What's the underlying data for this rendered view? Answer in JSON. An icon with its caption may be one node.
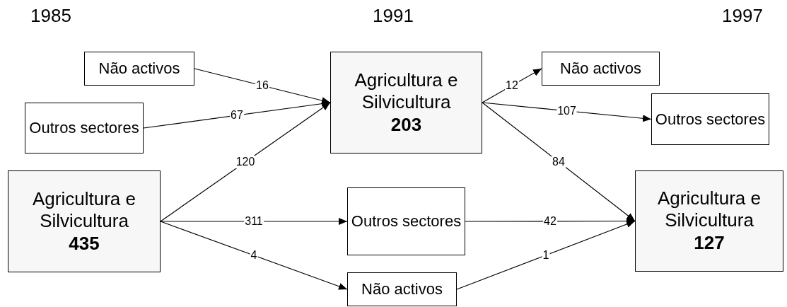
{
  "diagram": {
    "nodes": [
      {
        "text": [
          "Não activos"
        ]
      },
      {
        "text": [
          "Outros sectores"
        ]
      },
      {
        "text": [
          "Agricultura e Silvicultura",
          "435"
        ]
      },
      {
        "text": [
          "Agricultura e Silvicultura",
          "203"
        ]
      },
      {
        "text": [
          "Não activos"
        ]
      },
      {
        "text": [
          "Outros sectores"
        ]
      },
      {
        "text": [
          "Outros sectores"
        ]
      },
      {
        "text": [
          "Não activos"
        ]
      },
      {
        "text": [
          "Agricultura e Silvicultura",
          "127"
        ]
      }
    ],
    "edges": [
      {
        "from": 0,
        "to": 3,
        "arrow": "to",
        "label": "16"
      },
      {
        "from": 1,
        "to": 3,
        "arrow": "to",
        "label": "67"
      },
      {
        "from": 2,
        "to": 3,
        "arrow": "to",
        "label": "120"
      },
      {
        "from": 2,
        "to": 6,
        "arrow": "to",
        "label": "311"
      },
      {
        "from": 2,
        "to": 7,
        "arrow": "to",
        "label": "4"
      },
      {
        "from": 3,
        "to": 4,
        "arrow": "to",
        "label": "12"
      },
      {
        "from": 3,
        "to": 5,
        "arrow": "to",
        "label": "107"
      },
      {
        "from": 3,
        "to": 8,
        "arrow": "to",
        "label": "84"
      },
      {
        "from": 6,
        "to": 8,
        "arrow": "to",
        "label": "42"
      },
      {
        "from": 7,
        "to": 8,
        "arrow": "to",
        "label": "1"
      }
    ],
    "labels": [
      "1985",
      "1991",
      "1997"
    ]
  }
}
